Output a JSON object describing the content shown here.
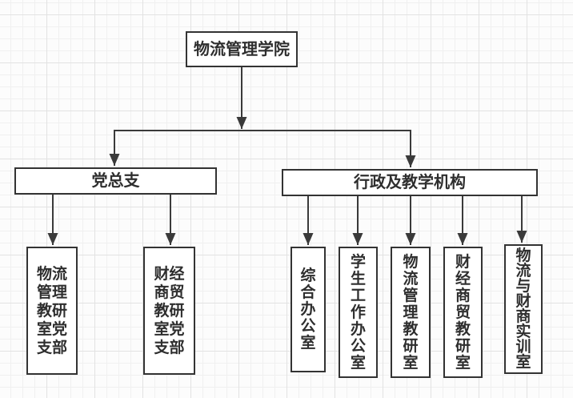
{
  "diagram": {
    "root": {
      "label": "物流管理学院"
    },
    "level2": [
      {
        "label": "党总支"
      },
      {
        "label": "行政及教学机构"
      }
    ],
    "party_children": [
      {
        "label": "物流管理教研室党支部"
      },
      {
        "label": "财经商贸教研室党支部"
      }
    ],
    "admin_children": [
      {
        "label": "综合办公室"
      },
      {
        "label": "学生工作办公室"
      },
      {
        "label": "物流管理教研室"
      },
      {
        "label": "财经商贸教研室"
      },
      {
        "label": "物流与财商实训室"
      }
    ],
    "colors": {
      "node_border": "#333333",
      "node_fill": "#ffffff",
      "edge": "#3a3a3a",
      "text": "#2e2e2e",
      "grid_minor": "#f0f0f0",
      "grid_major": "#e2e2e2",
      "canvas_bg": "#fcfcfc"
    }
  }
}
